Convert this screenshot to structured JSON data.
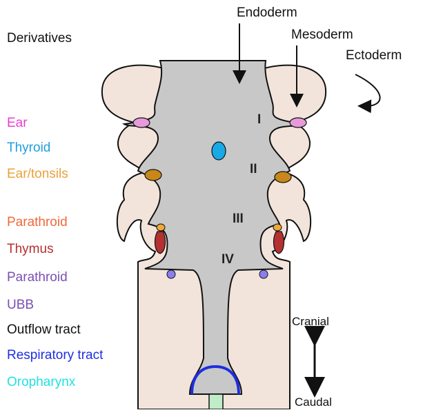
{
  "heading": "Derivatives",
  "derivatives": [
    {
      "label": "Ear",
      "color": "#e83ecc"
    },
    {
      "label": "Thyroid",
      "color": "#1f9de0"
    },
    {
      "label": "Ear/tonsils",
      "color": "#e8a23a"
    },
    {
      "label": "Parathroid",
      "color": "#f0693a"
    },
    {
      "label": "Thymus",
      "color": "#b53030"
    },
    {
      "label": "Parathroid",
      "color": "#7a4fb3"
    },
    {
      "label": "UBB",
      "color": "#7a4fb3"
    },
    {
      "label": "Outflow tract",
      "color": "#111111"
    },
    {
      "label": "Respiratory tract",
      "color": "#1e2ee0"
    },
    {
      "label": "Oropharynx",
      "color": "#22e0e0"
    }
  ],
  "layers": {
    "endoderm": "Endoderm",
    "mesoderm": "Mesoderm",
    "ectoderm": "Ectoderm"
  },
  "arches": [
    "I",
    "II",
    "III",
    "IV"
  ],
  "axis": {
    "cranial": "Cranial",
    "caudal": "Caudal"
  },
  "colors": {
    "mesoderm_fill": "#f2e4da",
    "endoderm_fill": "#c8c8c8",
    "outline": "#111111"
  }
}
